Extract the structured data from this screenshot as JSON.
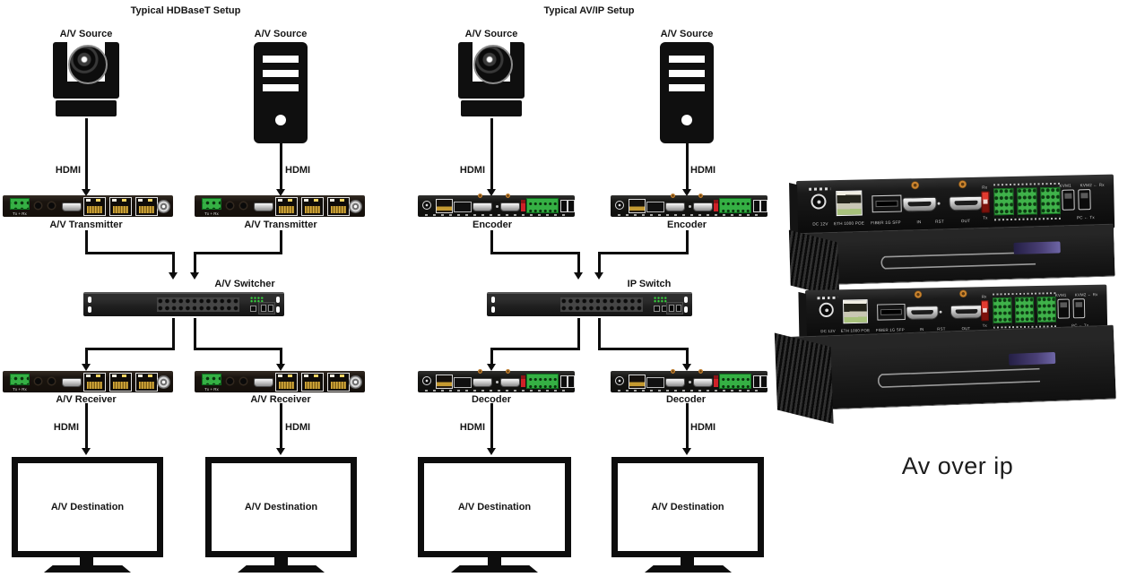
{
  "hdbaset": {
    "title": "Typical HDBaseT Setup",
    "sources": [
      "A/V Source",
      "A/V Source"
    ],
    "cables": [
      "HDMI",
      "HDMI",
      "HDMI",
      "HDMI"
    ],
    "transmitters": [
      "A/V Transmitter",
      "A/V Transmitter"
    ],
    "switch": "A/V Switcher",
    "receivers": [
      "A/V Receiver",
      "A/V Receiver"
    ],
    "destinations": [
      "A/V Destination",
      "A/V Destination"
    ],
    "terminal_label": "Tx + Rx"
  },
  "avip": {
    "title": "Typical AV/IP Setup",
    "sources": [
      "A/V Source",
      "A/V Source"
    ],
    "cables": [
      "HDMI",
      "HDMI",
      "HDMI",
      "HDMI"
    ],
    "encoders": [
      "Encoder",
      "Encoder"
    ],
    "switch": "IP Switch",
    "decoders": [
      "Decoder",
      "Decoder"
    ],
    "destinations": [
      "A/V Destination",
      "A/V Destination"
    ]
  },
  "product": {
    "caption": "Av over ip",
    "panel": {
      "dc": "DC 12V",
      "eth": "ETH 1000 POE",
      "fiber": "FIBER 1G SFP",
      "hdmi_in": "IN",
      "reset": "RST",
      "hdmi_out": "OUT",
      "rx": "Rx",
      "tx": "Tx",
      "kvm1": "KVM1",
      "kvm2": "KVM2 ← Rx",
      "pc": "PC ← Tx"
    }
  },
  "colors": {
    "line": "#0d0d0d",
    "terminal_green": "#35b044",
    "led_green": "#35d03c",
    "switch_red": "#cf2128",
    "label_purple": "#4a4076"
  }
}
